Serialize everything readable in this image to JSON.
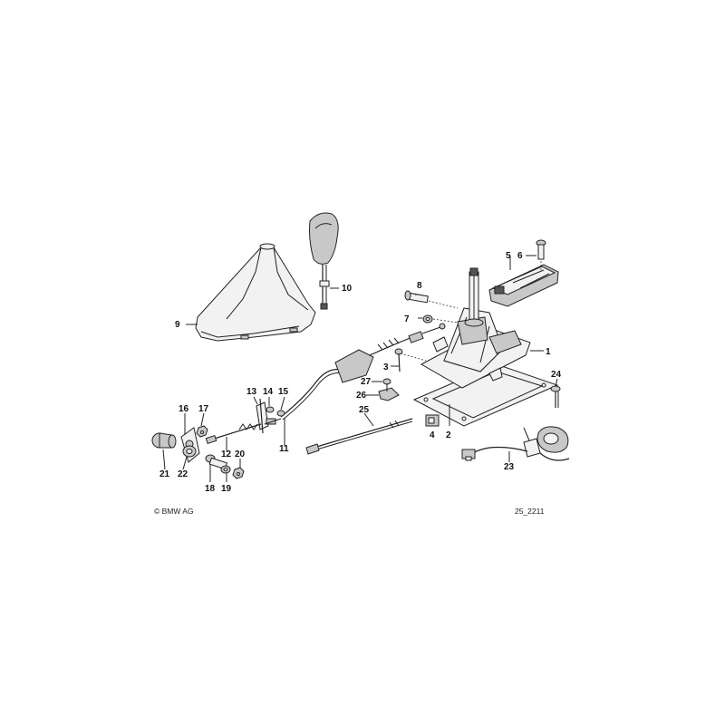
{
  "labels": {
    "p1": "1",
    "p2": "2",
    "p3": "3",
    "p4": "4",
    "p5": "5",
    "p6": "6",
    "p7": "7",
    "p8": "8",
    "p9": "9",
    "p10": "10",
    "p11": "11",
    "p12": "12",
    "p13": "13",
    "p14": "14",
    "p15": "15",
    "p16": "16",
    "p17": "17",
    "p18": "18",
    "p19": "19",
    "p20": "20",
    "p21": "21",
    "p22": "22",
    "p23": "23",
    "p24": "24",
    "p25": "25",
    "p26": "26",
    "p27": "27"
  },
  "footer": {
    "copyright": "© BMW AG",
    "drawing_number": "25_2211"
  }
}
